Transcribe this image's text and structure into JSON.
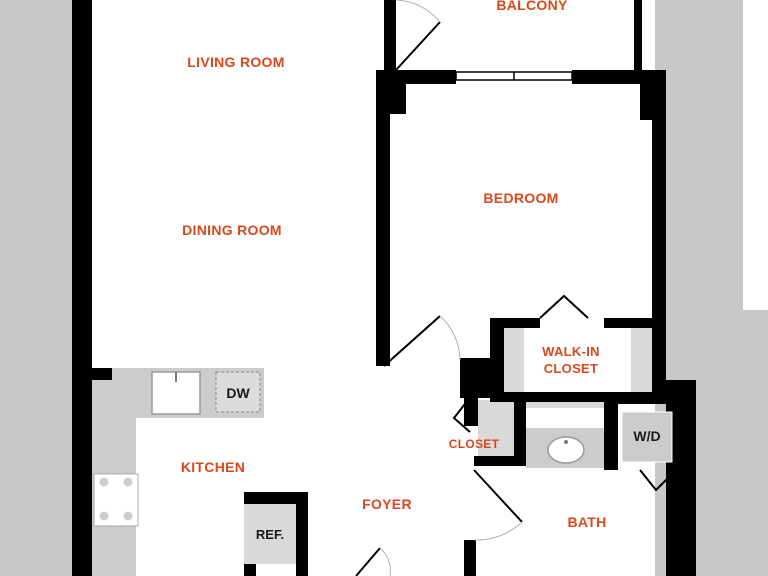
{
  "rooms": {
    "balcony": "BALCONY",
    "living_room": "LIVING ROOM",
    "dining_room": "DINING ROOM",
    "bedroom": "BEDROOM",
    "walk_in_closet_line1": "WALK-IN",
    "walk_in_closet_line2": "CLOSET",
    "closet": "CLOSET",
    "kitchen": "KITCHEN",
    "foyer": "FOYER",
    "bath": "BATH"
  },
  "fixtures": {
    "dishwasher": "DW",
    "washer_dryer": "W/D",
    "refrigerator": "REF."
  },
  "colors": {
    "wall": "#000000",
    "fixture_fill": "#cccccc",
    "exterior": "#c8c8c8",
    "label": "#d9481c"
  }
}
